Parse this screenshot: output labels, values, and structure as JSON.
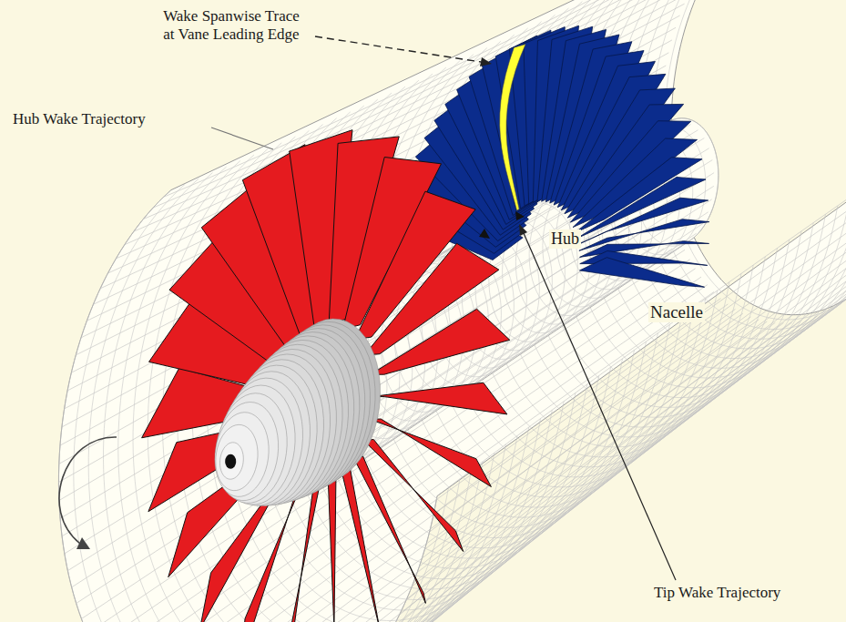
{
  "diagram": {
    "labels": [
      "Wake Spanwise Trace at Vane Leading Edge",
      "Hub Wake Trajectory",
      "Hub",
      "Nacelle",
      "Tip Wake Trajectory"
    ]
  }
}
